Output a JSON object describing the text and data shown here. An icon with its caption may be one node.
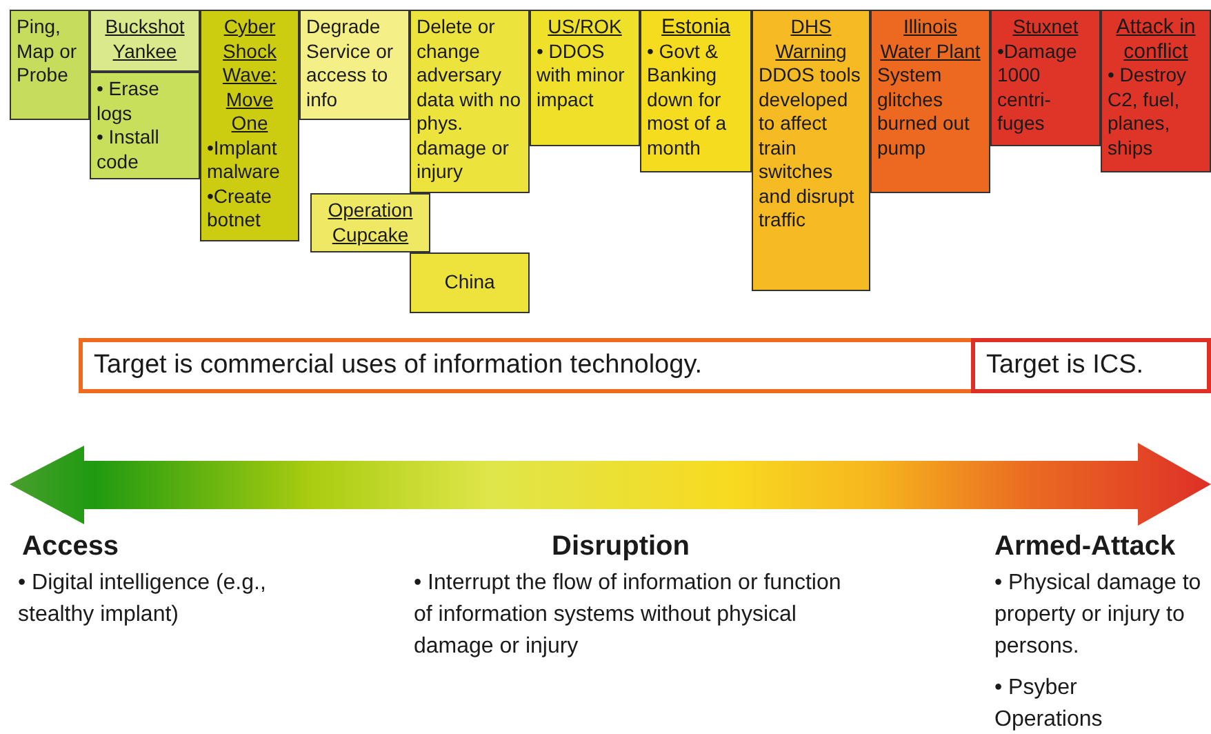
{
  "diagram": {
    "nodes": [
      {
        "text": [
          "Ping, Map or Probe"
        ]
      },
      {
        "text": [
          "Buckshot Yankee"
        ]
      },
      {
        "text": [
          "• Erase logs",
          "• Install code"
        ]
      },
      {
        "text": [
          "Cyber Shock Wave: Move One",
          "•Implant malware",
          "•Create botnet"
        ]
      },
      {
        "text": [
          "Degrade Service or access to info"
        ]
      },
      {
        "text": [
          "Delete or change adversary data with no phys. damage or injury"
        ]
      },
      {
        "text": [
          "Operation Cupcake"
        ]
      },
      {
        "text": [
          "China"
        ]
      },
      {
        "text": [
          "US/ROK",
          "• DDOS with minor impact"
        ]
      },
      {
        "text": [
          "Estonia",
          "• Govt & Banking down for most of a month"
        ]
      },
      {
        "text": [
          "DHS Warning",
          "DDOS tools developed to affect train switches and disrupt traffic"
        ]
      },
      {
        "text": [
          "Illinois Water Plant",
          "System glitches burned out pump"
        ]
      },
      {
        "text": [
          "Stuxnet",
          "•Damage 1000 centri- fuges"
        ]
      },
      {
        "text": [
          "Attack in conflict",
          "• Destroy C2, fuel, planes, ships"
        ]
      },
      {
        "text": [
          "Target is commercial uses of information technology."
        ]
      },
      {
        "text": [
          "Target is ICS."
        ]
      }
    ],
    "labels": [
      "Access",
      "• Digital intelligence (e.g., stealthy implant)",
      "Disruption",
      "• Interrupt the flow of information or function of information systems without physical damage or injury",
      "Armed-Attack",
      "• Physical damage to property or injury to persons.",
      "• Psyber Operations"
    ]
  }
}
